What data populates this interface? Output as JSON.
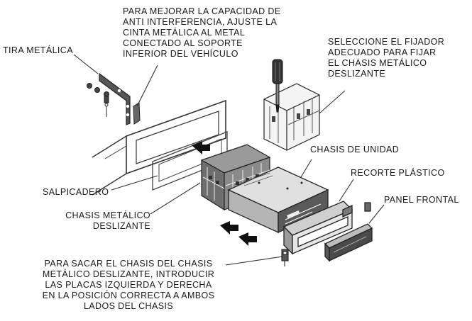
{
  "labels": {
    "tira_metalica": "TIRA METÁLICA",
    "interferencia": [
      "PARA MEJORAR LA CAPACIDAD DE",
      "ANTI INTERFERENCIA, AJUSTE LA",
      "CINTA METÁLICA AL METAL",
      "CONECTADO  AL SOPORTE",
      "INFERIOR DEL VEHÍCULO"
    ],
    "fijador": [
      "SELECCIONE EL FIJADOR",
      "ADECUADO PARA FIJAR",
      "EL CHASIS METÁLICO",
      "DESLIZANTE"
    ],
    "chasis_unidad": "CHASIS DE UNIDAD",
    "recorte": "RECORTE PLÁSTICO",
    "panel_frontal": "PANEL FRONTAL",
    "salpicadero": "SALPICADERO",
    "chasis_metalico": [
      "CHASIS METÁLICO",
      "DESLIZANTE"
    ],
    "sacar": [
      "PARA SACAR EL CHASIS DEL CHASIS",
      "METÁLICO DESLIZANTE, INTRODUCIR",
      "LAS PLACAS IZQUIERDA Y DERECHA",
      "EN LA POSICIÓN CORRECTA A AMBOS",
      "LADOS DEL CHASIS"
    ]
  },
  "colors": {
    "ink": "#1a1a1a",
    "line": "#333333",
    "dark_fill": "#3a3a3a",
    "mid_fill": "#7a7a7a",
    "light_fill": "#d6d6d6",
    "background": "#ffffff"
  }
}
